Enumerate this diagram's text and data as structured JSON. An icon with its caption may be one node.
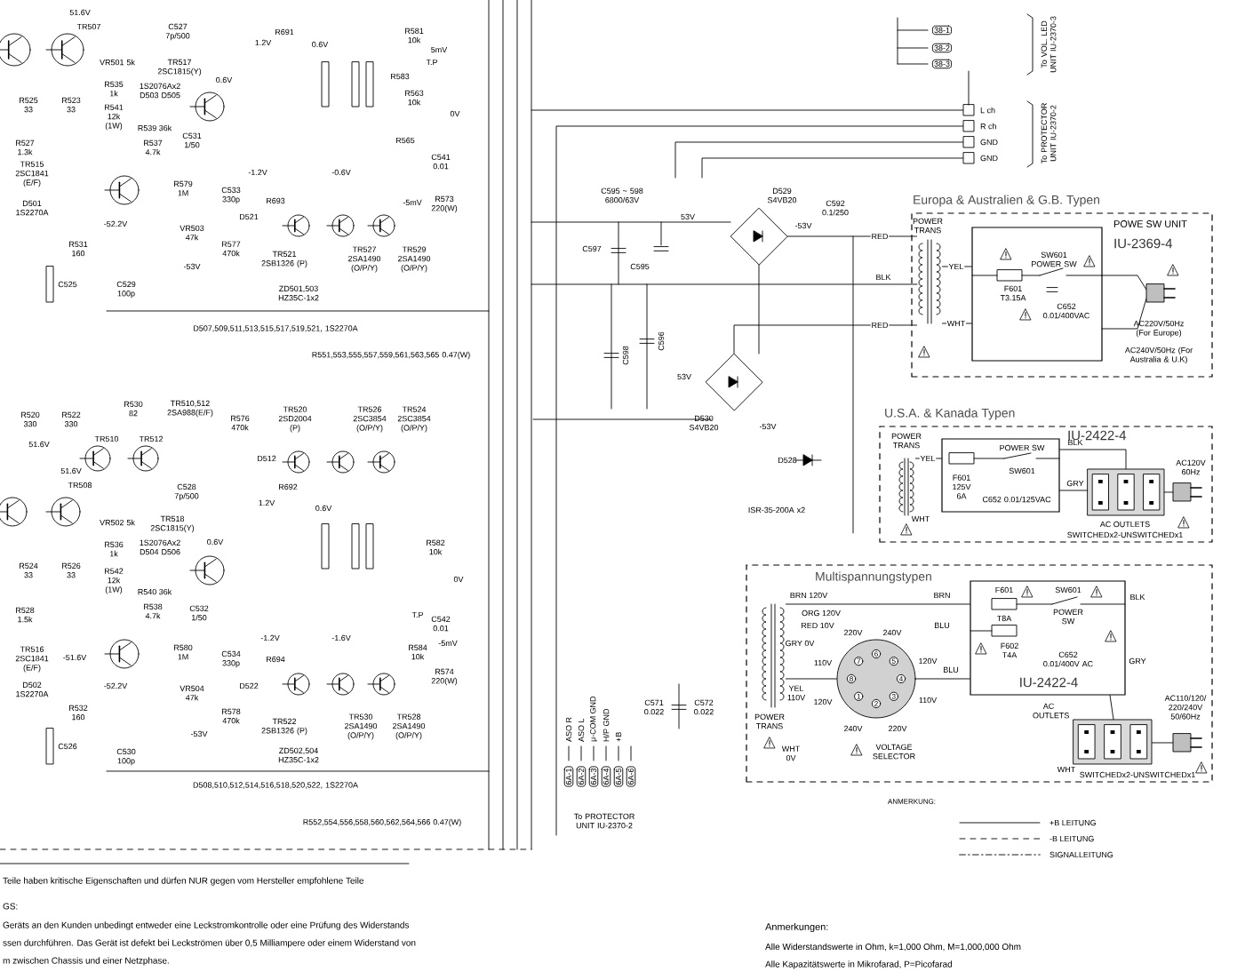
{
  "diagram": {
    "nodes": [
      {
        "text": [
          "Europa & Australien & G.B. Typen"
        ]
      },
      {
        "text": [
          "POWE SW UNIT",
          "IU-2369-4"
        ],
        "in": 0
      },
      {
        "text": [
          "POWER TRANS"
        ],
        "in": 0
      },
      {
        "text": [
          "U.S.A. & Kanada Typen"
        ]
      },
      {
        "text": [
          "IU-2422-4"
        ],
        "in": 3
      },
      {
        "text": [
          "POWER TRANS"
        ],
        "in": 3
      },
      {
        "text": [
          "AC OUTLETS",
          "SWITCHEDx2-UNSWITCHEDx1"
        ],
        "in": 3
      },
      {
        "text": [
          "Multispannungstypen"
        ]
      },
      {
        "text": [
          "IU-2422-4"
        ],
        "in": 7
      },
      {
        "text": [
          "POWER TRANS"
        ],
        "in": 7
      },
      {
        "text": [
          "VOLTAGE SELECTOR"
        ],
        "in": 7
      },
      {
        "text": [
          "AC OUTLETS",
          "SWITCHEDx2-UNSWITCHEDx1"
        ],
        "in": 7
      },
      {
        "text": [],
        "shape": "diamond",
        "beside": [
          "D529 S4VB20"
        ]
      },
      {
        "text": [],
        "shape": "diamond",
        "beside": [
          "D530 S4VB20"
        ]
      }
    ],
    "edges": [
      {
        "from": 2,
        "to": 1,
        "arrow": "none",
        "label": "YEL"
      },
      {
        "from": 2,
        "to": 1,
        "arrow": "none",
        "label": "WHT"
      },
      {
        "from": 12,
        "to": 2,
        "arrow": "none",
        "label": "RED"
      },
      {
        "from": 13,
        "to": 2,
        "arrow": "none",
        "label": "RED"
      },
      {
        "from": 5,
        "to": 4,
        "arrow": "none",
        "label": "YEL"
      },
      {
        "from": 4,
        "to": 6,
        "arrow": "none"
      },
      {
        "from": 4,
        "to": 6,
        "arrow": "none"
      },
      {
        "from": 9,
        "to": 10,
        "arrow": "none"
      },
      {
        "from": 10,
        "to": 8,
        "arrow": "none"
      },
      {
        "from": 9,
        "to": 8,
        "arrow": "none"
      },
      {
        "from": 8,
        "to": 11,
        "arrow": "none"
      }
    ],
    "labels": [
      "51.6V",
      "TR507",
      "C527 7p/500",
      "VR501 5k",
      "TR517 2SC1815(Y)",
      "R535 1k",
      "1S2076Ax2 D503 D505",
      "0.6V",
      "R541 12k (1W)",
      "R539 36k",
      "R537 4.7k",
      "C531 1/50",
      "R525 33",
      "R523 33",
      "R527 1.3k",
      "TR515 2SC1841 (E/F)",
      "D501 1S2270A",
      "-52.2V",
      "R531 160",
      "C525",
      "C529 100p",
      "R579 1M",
      "C533 330p",
      "VR503 47k",
      "-53V",
      "R577 470k",
      "TR521 2SB1326 (P)",
      "TR527 2SA1490 (O/P/Y)",
      "TR529 2SA1490 (O/P/Y)",
      "ZD501,503 HZ35C-1x2",
      "D507,509,511,513,515,517,519,521, 1S2270A",
      "R551,553,555,557,559,561,563,565 0.47(W)",
      "R581 10k",
      "5mV",
      "T.P",
      "R583",
      "R563 10k",
      "0V",
      "R565",
      "C541 0.01",
      "R573 220(W)",
      "-5mV",
      "1.2V",
      "0.6V",
      "R691",
      "-1.2V",
      "-0.6V",
      "R693",
      "D521",
      "R520 330",
      "R522 330",
      "R530 82",
      "TR510,512 2SA988(E/F)",
      "R576 470k",
      "TR520 2SD2004 (P)",
      "TR526 2SC3854 (O/P/Y)",
      "TR524 2SC3854 (O/P/Y)",
      "51.6V",
      "TR510",
      "TR512",
      "51.6V",
      "TR508",
      "C528 7p/500",
      "VR502 5k",
      "TR518 2SC1815(Y)",
      "R536 1k",
      "1S2076Ax2 D504 D506",
      "0.6V",
      "R542 12k (1W)",
      "R524 33",
      "R526 33",
      "R540 36k",
      "R528 1.5k",
      "R538 4.7k",
      "C532 1/50",
      "TR516 2SC1841 (E/F)",
      "-51.6V",
      "D502 1S2270A",
      "-52.2V",
      "R580 1M",
      "C534 330p",
      "VR504 47k",
      "R532 160",
      "-53V",
      "R578 470k",
      "C526",
      "C530 100p",
      "TR522 2SB1326 (P)",
      "TR530 2SA1490 (O/P/Y)",
      "TR528 2SA1490 (O/P/Y)",
      "ZD502,504 HZ35C-1x2",
      "D508,510,512,514,516,518,520,522, 1S2270A",
      "R552,554,556,558,560,562,564,566 0.47(W)",
      "R582 10k",
      "0V",
      "T.P",
      "C542 0.01",
      "R584 10k",
      "-5mV",
      "R574 220(W)",
      "1.2V",
      "R692",
      "0.6V",
      "D512",
      "-1.2V",
      "-1.6V",
      "R694",
      "D522",
      "38-1",
      "38-2",
      "38-3",
      "To VOL. LED UNIT IU-2370-3",
      "L ch",
      "R ch",
      "GND",
      "GND",
      "To PROTECTOR UNIT IU-2370-2",
      "C595 ~ 598 6800/63V",
      "53V",
      "-53V",
      "C592 0.1/250",
      "C597",
      "C595",
      "BLK",
      "C598",
      "C596",
      "53V",
      "-53V",
      "F601 T3.15A",
      "SW601 POWER SW",
      "C652 0.01/400VAC",
      "AC220V/50Hz (For Europe)",
      "AC240V/50Hz (For Australia & U.K)",
      "POWER SW",
      "SW601",
      "F601 125V 6A",
      "C652 0.01/125VAC",
      "BLK",
      "GRY",
      "WHT",
      "AC120V 60Hz",
      "D528",
      "ISR-35-200A x2",
      "BRN 120V",
      "ORG 120V",
      "RED 10V",
      "GRY 0V",
      "YEL 110V",
      "WHT 0V",
      "220V",
      "240V",
      "110V",
      "120V",
      "120V",
      "110V",
      "240V",
      "220V",
      "BRN",
      "BLU",
      "BLU",
      "F601",
      "T8A",
      "F602 T4A",
      "SW601",
      "POWER SW",
      "C652 0.01/400V AC",
      "BLK",
      "GRY",
      "AC110/120/ 220/240V 50/60Hz",
      "WHT",
      "1",
      "2",
      "3",
      "4",
      "5",
      "6",
      "7",
      "8",
      "C571 0.022",
      "C572 0.022",
      "ASO R",
      "ASO L",
      "μ-COM GND",
      "H/P GND",
      "+B",
      "6A-1",
      "6A-2",
      "6A-3",
      "6A-4",
      "6A-5",
      "6A-6",
      "To PROTECTOR UNIT IU-2370-2",
      "ANMERKUNG:",
      "Teile haben kritische Eigenschaften und dürfen NUR gegen vom Hersteller empfohlene Teile",
      "GS:",
      "Geräts an den Kunden unbedingt entweder eine Leckstromkontrolle oder eine Prüfung des Widerstands",
      "ssen durchführen. Das Gerät ist defekt bei Leckströmen über 0,5 Milliampere oder einem Widerstand von",
      "m zwischen Chassis und einer Netzphase.",
      "Anmerkungen:",
      "Alle Widerstandswerte in Ohm, k=1,000 Ohm, M=1,000,000 Ohm",
      "Alle Kapazitätswerte in Mikrofarad, P=Picofarad"
    ],
    "legend": [
      {
        "text": "+B LEITUNG"
      },
      {
        "text": "-B LEITUNG"
      },
      {
        "text": "SIGNALLEITUNG"
      }
    ]
  }
}
